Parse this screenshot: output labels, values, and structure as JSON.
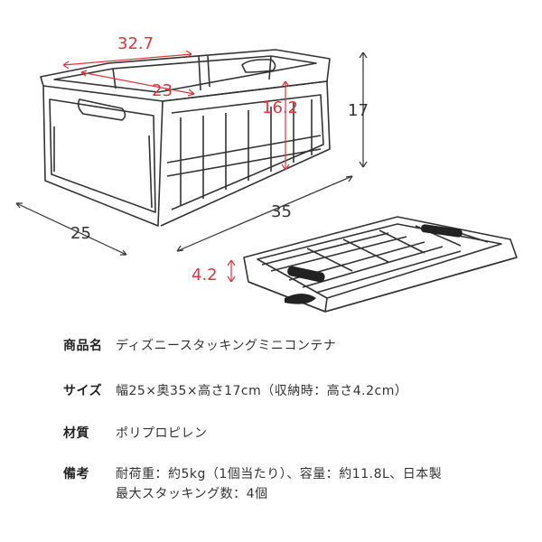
{
  "dimensions": {
    "inner_length": "32.7",
    "inner_width": "23",
    "inner_height": "16.2",
    "outer_height": "17",
    "outer_length": "35",
    "outer_width": "25",
    "folded_height": "4.2"
  },
  "colors": {
    "inner_dimension": "#d9363e",
    "outer_dimension": "#333333",
    "outline": "#333333"
  },
  "specs": {
    "name": {
      "label": "商品名",
      "value": "ディズニースタッキングミニコンテナ"
    },
    "size": {
      "label": "サイズ",
      "value": "幅25×奥35×高さ17cm（収納時：高さ4.2cm）"
    },
    "material": {
      "label": "材質",
      "value": "ポリプロピレン"
    },
    "notes": {
      "label": "備考",
      "line1": "耐荷重：約5kg（1個当たり）、容量：約11.8L、日本製",
      "line2": "最大スタッキング数：4個"
    }
  }
}
